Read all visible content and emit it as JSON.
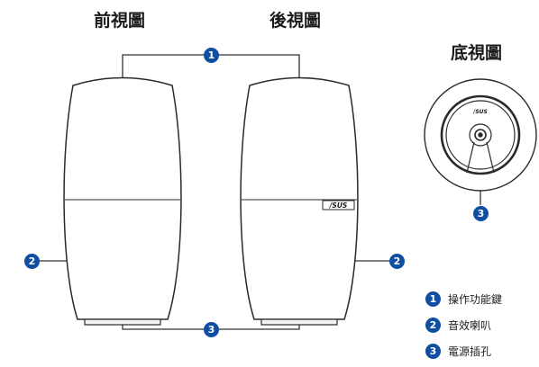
{
  "headings": {
    "front": "前視圖",
    "back": "後視圖",
    "bottom": "底視圖"
  },
  "callouts": {
    "top_connector": "1",
    "left_side": "2",
    "right_side": "2",
    "bottom_connector": "3",
    "bottom_view_port": "3"
  },
  "brand": {
    "back_logo": "/SUS",
    "bottom_logo": "/SUS"
  },
  "legend": [
    {
      "number": "1",
      "label": "操作功能鍵"
    },
    {
      "number": "2",
      "label": "音效喇叭"
    },
    {
      "number": "3",
      "label": "電源插孔"
    }
  ],
  "colors": {
    "badge": "#0f4ea3",
    "outline": "#2a2a2a",
    "line": "#333333"
  }
}
